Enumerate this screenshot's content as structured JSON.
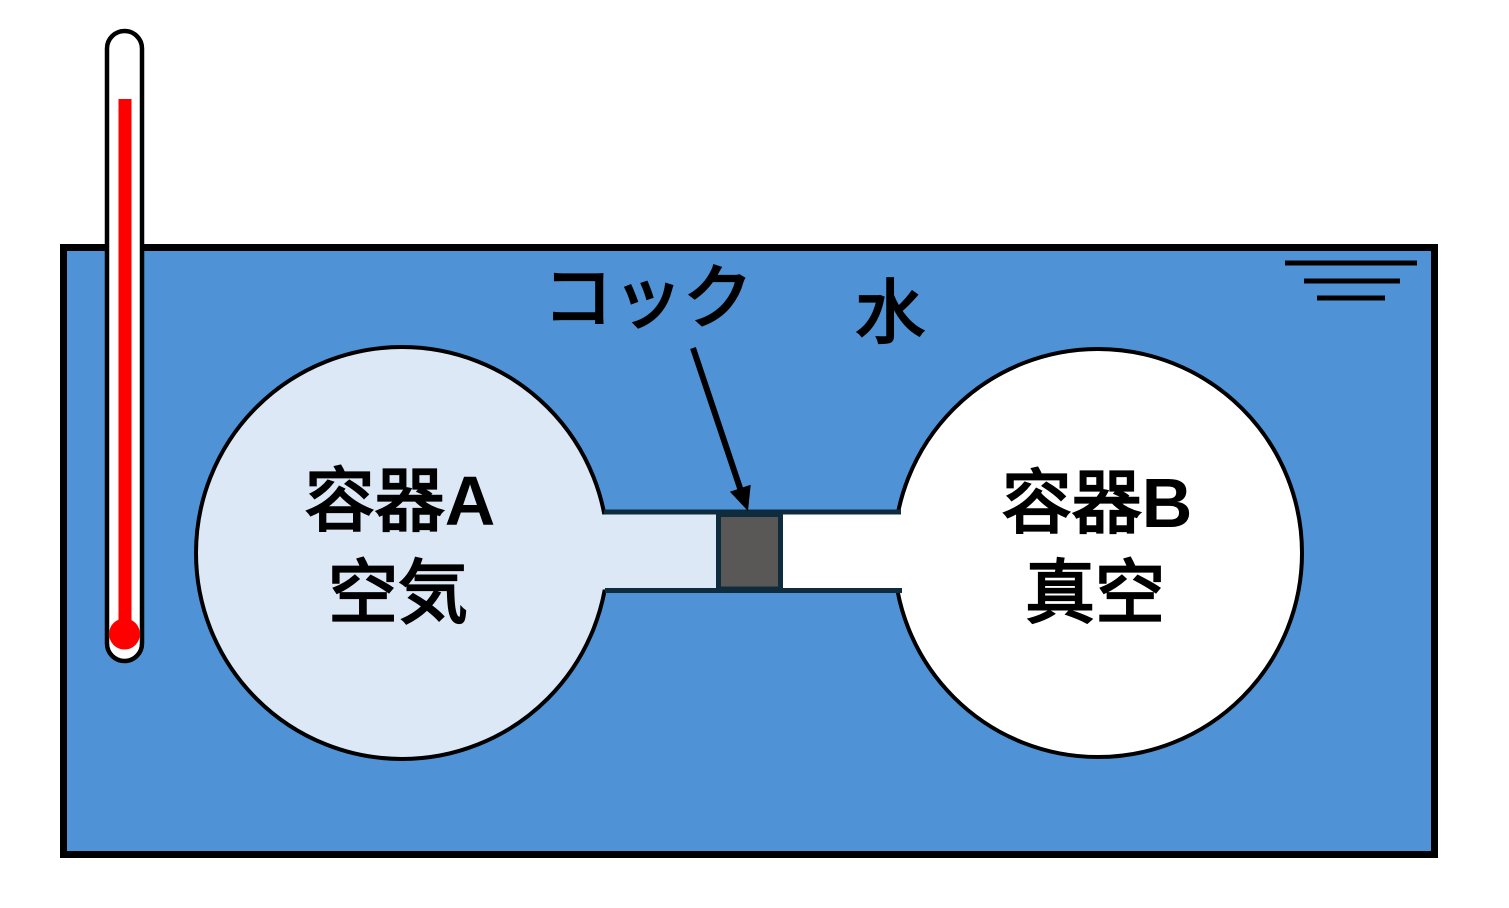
{
  "diagram": {
    "labels": {
      "cock": "コック",
      "water": "水",
      "container_a": {
        "name": "容器A",
        "content": "空気"
      },
      "container_b": {
        "name": "容器B",
        "content": "真空"
      }
    },
    "colors": {
      "water_blue": "#4f93d6",
      "container_a_fill": "#dce8f6",
      "container_b_fill": "#ffffff",
      "valve_gray": "#595857",
      "thermometer_red": "#ff0000",
      "outline_black": "#000000",
      "tube_outline_navy": "#0e2c3e"
    }
  }
}
